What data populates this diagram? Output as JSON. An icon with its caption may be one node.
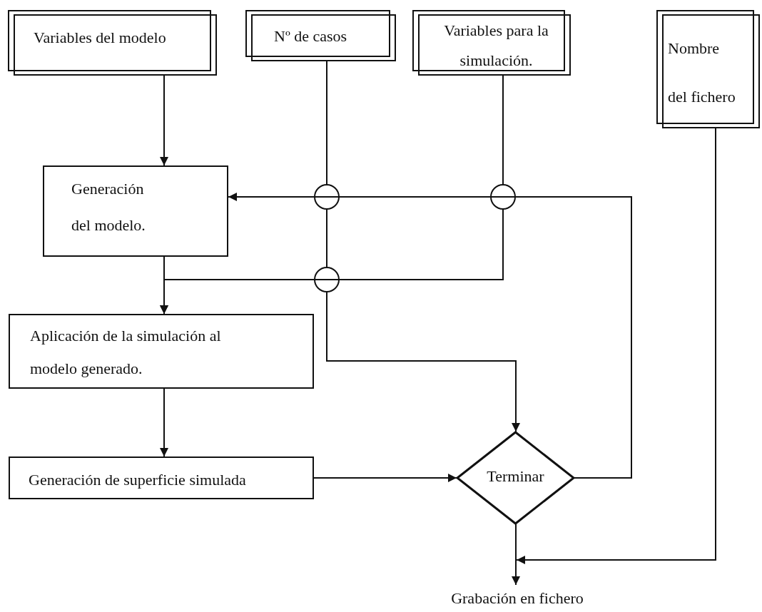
{
  "diagram": {
    "nodes": [
      {
        "text": [
          "Variables del modelo"
        ]
      },
      {
        "text": [
          "Nº de casos"
        ]
      },
      {
        "text": [
          "Variables para la simulación."
        ]
      },
      {
        "text": [
          "Nombre del fichero"
        ]
      },
      {
        "text": [
          "Generación del modelo."
        ]
      },
      {
        "text": [
          "Aplicación de la simulación al modelo generado."
        ]
      },
      {
        "text": [
          "Generación de superficie simulada"
        ]
      },
      {
        "text": [
          "Terminar"
        ]
      },
      {
        "text": [
          "Grabación en fichero"
        ]
      }
    ],
    "edges": [
      {
        "from": 0,
        "to": 4,
        "arrow": "to"
      },
      {
        "from": 1,
        "to": 7,
        "arrow": "to"
      },
      {
        "from": 2,
        "to": 5,
        "arrow": "to"
      },
      {
        "from": 4,
        "to": 5,
        "arrow": "to"
      },
      {
        "from": 5,
        "to": 6,
        "arrow": "to"
      },
      {
        "from": 6,
        "to": 7,
        "arrow": "to"
      },
      {
        "from": 7,
        "to": 4,
        "arrow": "to"
      },
      {
        "from": 7,
        "to": 8,
        "arrow": "to"
      },
      {
        "from": 3,
        "to": 8,
        "arrow": "to"
      }
    ]
  }
}
